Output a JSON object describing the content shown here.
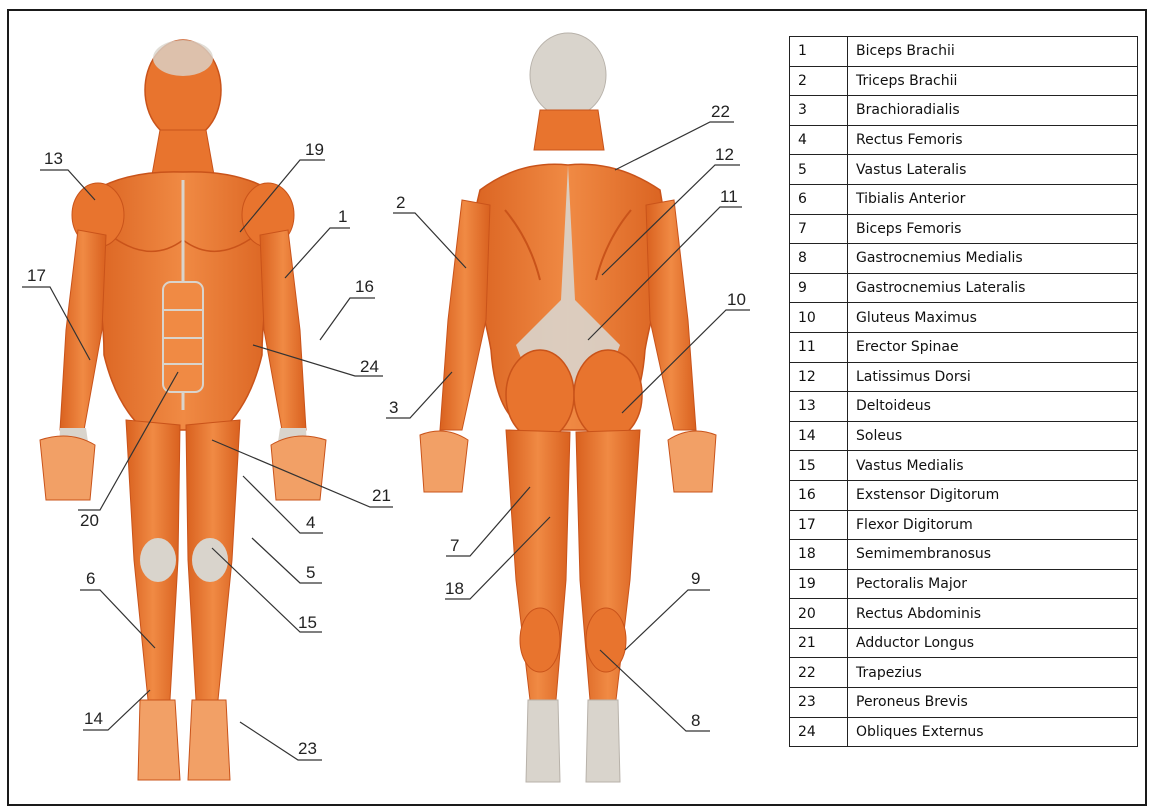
{
  "legend": [
    {
      "num": "1",
      "name": "Biceps Brachii"
    },
    {
      "num": "2",
      "name": "Triceps Brachii"
    },
    {
      "num": "3",
      "name": "Brachioradialis"
    },
    {
      "num": "4",
      "name": "Rectus Femoris"
    },
    {
      "num": "5",
      "name": "Vastus Lateralis"
    },
    {
      "num": "6",
      "name": "Tibialis Anterior"
    },
    {
      "num": "7",
      "name": "Biceps Femoris"
    },
    {
      "num": "8",
      "name": "Gastrocnemius Medialis"
    },
    {
      "num": "9",
      "name": "Gastrocnemius Lateralis"
    },
    {
      "num": "10",
      "name": "Gluteus Maximus"
    },
    {
      "num": "11",
      "name": "Erector Spinae"
    },
    {
      "num": "12",
      "name": "Latissimus Dorsi"
    },
    {
      "num": "13",
      "name": "Deltoideus"
    },
    {
      "num": "14",
      "name": "Soleus"
    },
    {
      "num": "15",
      "name": "Vastus Medialis"
    },
    {
      "num": "16",
      "name": "Exstensor Digitorum"
    },
    {
      "num": "17",
      "name": "Flexor Digitorum"
    },
    {
      "num": "18",
      "name": "Semimembranosus"
    },
    {
      "num": "19",
      "name": "Pectoralis Major"
    },
    {
      "num": "20",
      "name": "Rectus Abdominis"
    },
    {
      "num": "21",
      "name": "Adductor Longus"
    },
    {
      "num": "22",
      "name": "Trapezius"
    },
    {
      "num": "23",
      "name": "Peroneus Brevis"
    },
    {
      "num": "24",
      "name": "Obliques Externus"
    }
  ],
  "figure_labels": {
    "front": [
      "13",
      "19",
      "1",
      "17",
      "16",
      "24",
      "21",
      "20",
      "4",
      "5",
      "6",
      "15",
      "14",
      "23"
    ],
    "back": [
      "22",
      "2",
      "12",
      "11",
      "10",
      "3",
      "7",
      "18",
      "9",
      "8"
    ]
  },
  "colors": {
    "muscle": "#e8742e",
    "muscle_dark": "#c9531a",
    "tendon": "#d9d4cc",
    "skin_light": "#f2a066",
    "border": "#1a1a1a"
  }
}
